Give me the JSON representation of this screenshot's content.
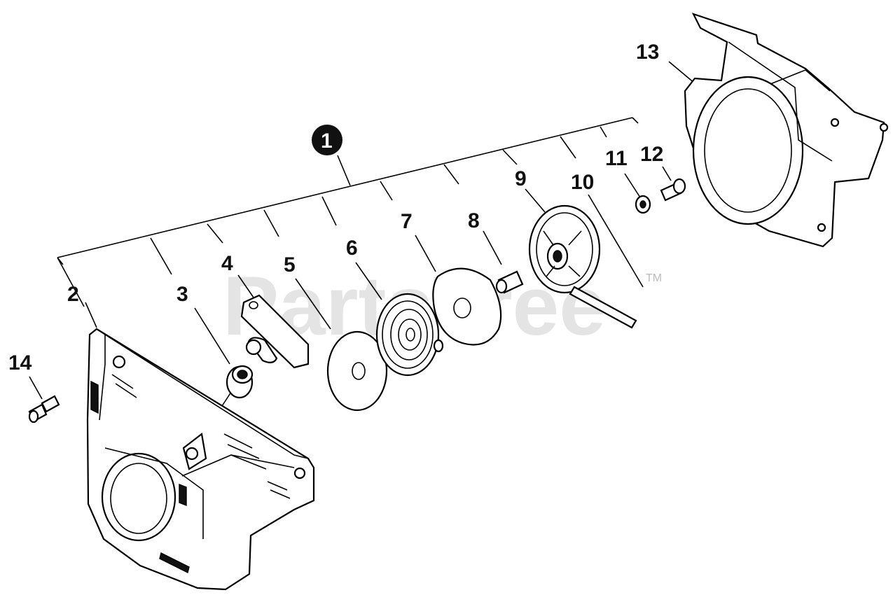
{
  "watermark": {
    "text": "PartsTree",
    "trademark": "TM"
  },
  "assembly_label": "1",
  "labels": {
    "p2": "2",
    "p3": "3",
    "p4": "4",
    "p5": "5",
    "p6": "6",
    "p7": "7",
    "p8": "8",
    "p9": "9",
    "p10": "10",
    "p11": "11",
    "p12": "12",
    "p13": "13",
    "p14": "14"
  }
}
